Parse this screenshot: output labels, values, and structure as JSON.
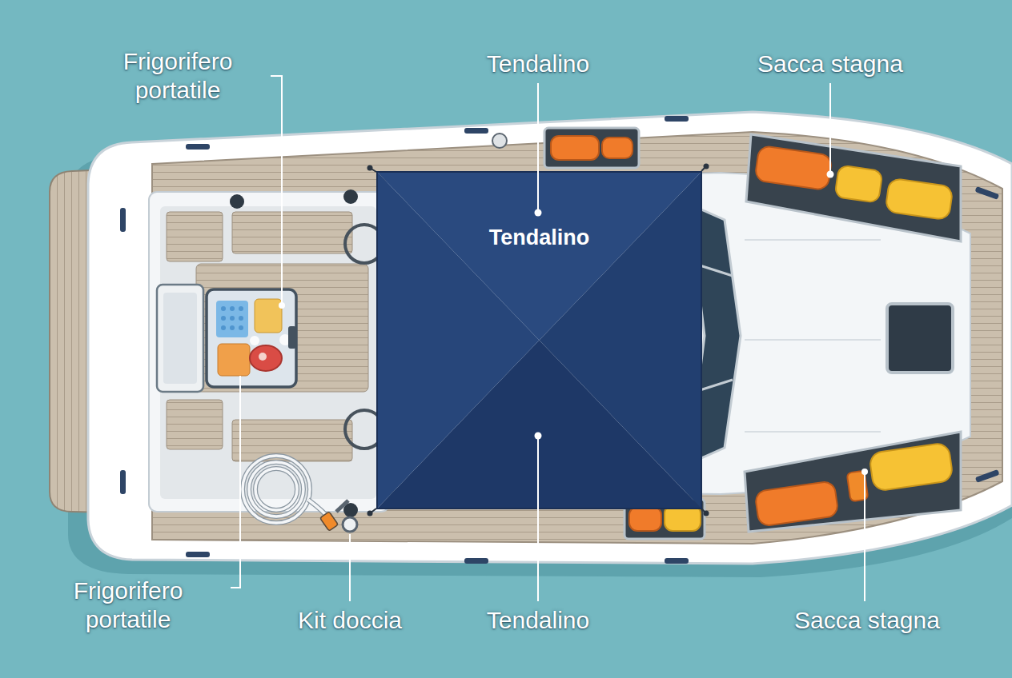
{
  "diagram": {
    "nodes": [
      {
        "text": [
          "Tendalino"
        ]
      }
    ],
    "labels": [
      "Frigorifero portatile",
      "Tendalino",
      "Sacca stagna",
      "Frigorifero portatile",
      "Kit doccia",
      "Tendalino",
      "Sacca stagna"
    ]
  }
}
